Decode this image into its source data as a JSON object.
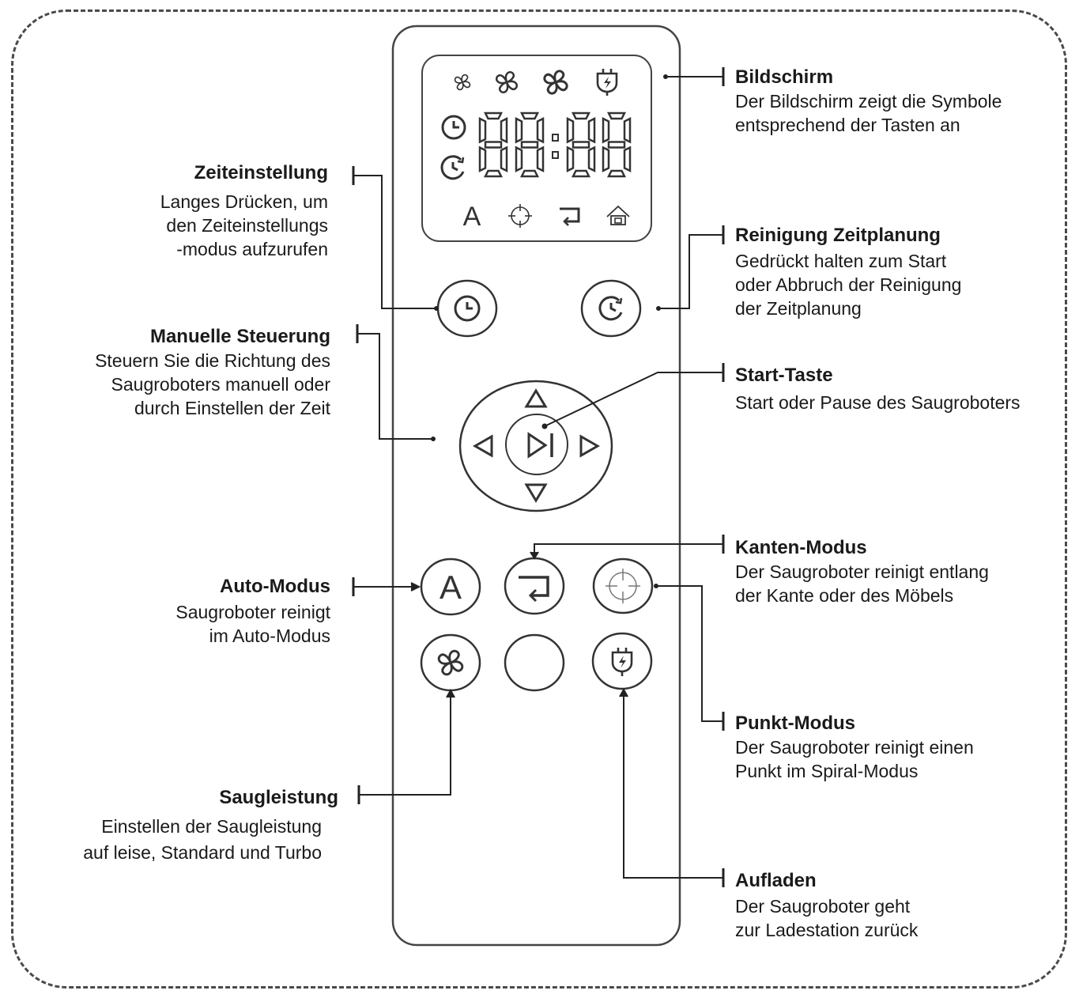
{
  "labels": {
    "bildschirm": {
      "title": "Bildschirm",
      "lines": [
        "Der Bildschirm zeigt die Symbole",
        "entsprechend der Tasten an"
      ]
    },
    "zeit": {
      "title": "Zeiteinstellung",
      "lines": [
        "Langes Drücken, um",
        "den Zeiteinstellungs",
        "-modus aufzurufen"
      ]
    },
    "reinigung": {
      "title": "Reinigung Zeitplanung",
      "lines": [
        "Gedrückt  halten  zum  Start",
        "oder Abbruch der Reinigung",
        "der Zeitplanung"
      ]
    },
    "manuell": {
      "title": "Manuelle Steuerung",
      "lines": [
        "Steuern Sie die Richtung des",
        "Saugroboters manuell oder",
        "durch Einstellen der Zeit"
      ]
    },
    "start": {
      "title": "Start-Taste",
      "lines": [
        "Start oder Pause des Saugroboters"
      ]
    },
    "kanten": {
      "title": "Kanten-Modus",
      "lines": [
        "Der Saugroboter reinigt entlang",
        "der Kante oder des Möbels"
      ]
    },
    "auto": {
      "title": "Auto-Modus",
      "lines": [
        "Saugroboter reinigt",
        "im Auto-Modus"
      ]
    },
    "punkt": {
      "title": "Punkt-Modus",
      "lines": [
        "Der Saugroboter reinigt einen",
        "Punkt im Spiral-Modus"
      ]
    },
    "saug": {
      "title": "Saugleistung",
      "lines": [
        "Einstellen der Saugleistung",
        "auf leise, Standard und Turbo"
      ]
    },
    "aufladen": {
      "title": "Aufladen",
      "lines": [
        "Der Saugroboter geht",
        "zur Ladestation zurück"
      ]
    }
  },
  "display": {
    "auto_letter": "A"
  },
  "buttons": {
    "auto_letter": "A"
  },
  "colors": {
    "stroke": "#333333",
    "frame": "#4a4a4a",
    "text": "#1a1a1a"
  }
}
